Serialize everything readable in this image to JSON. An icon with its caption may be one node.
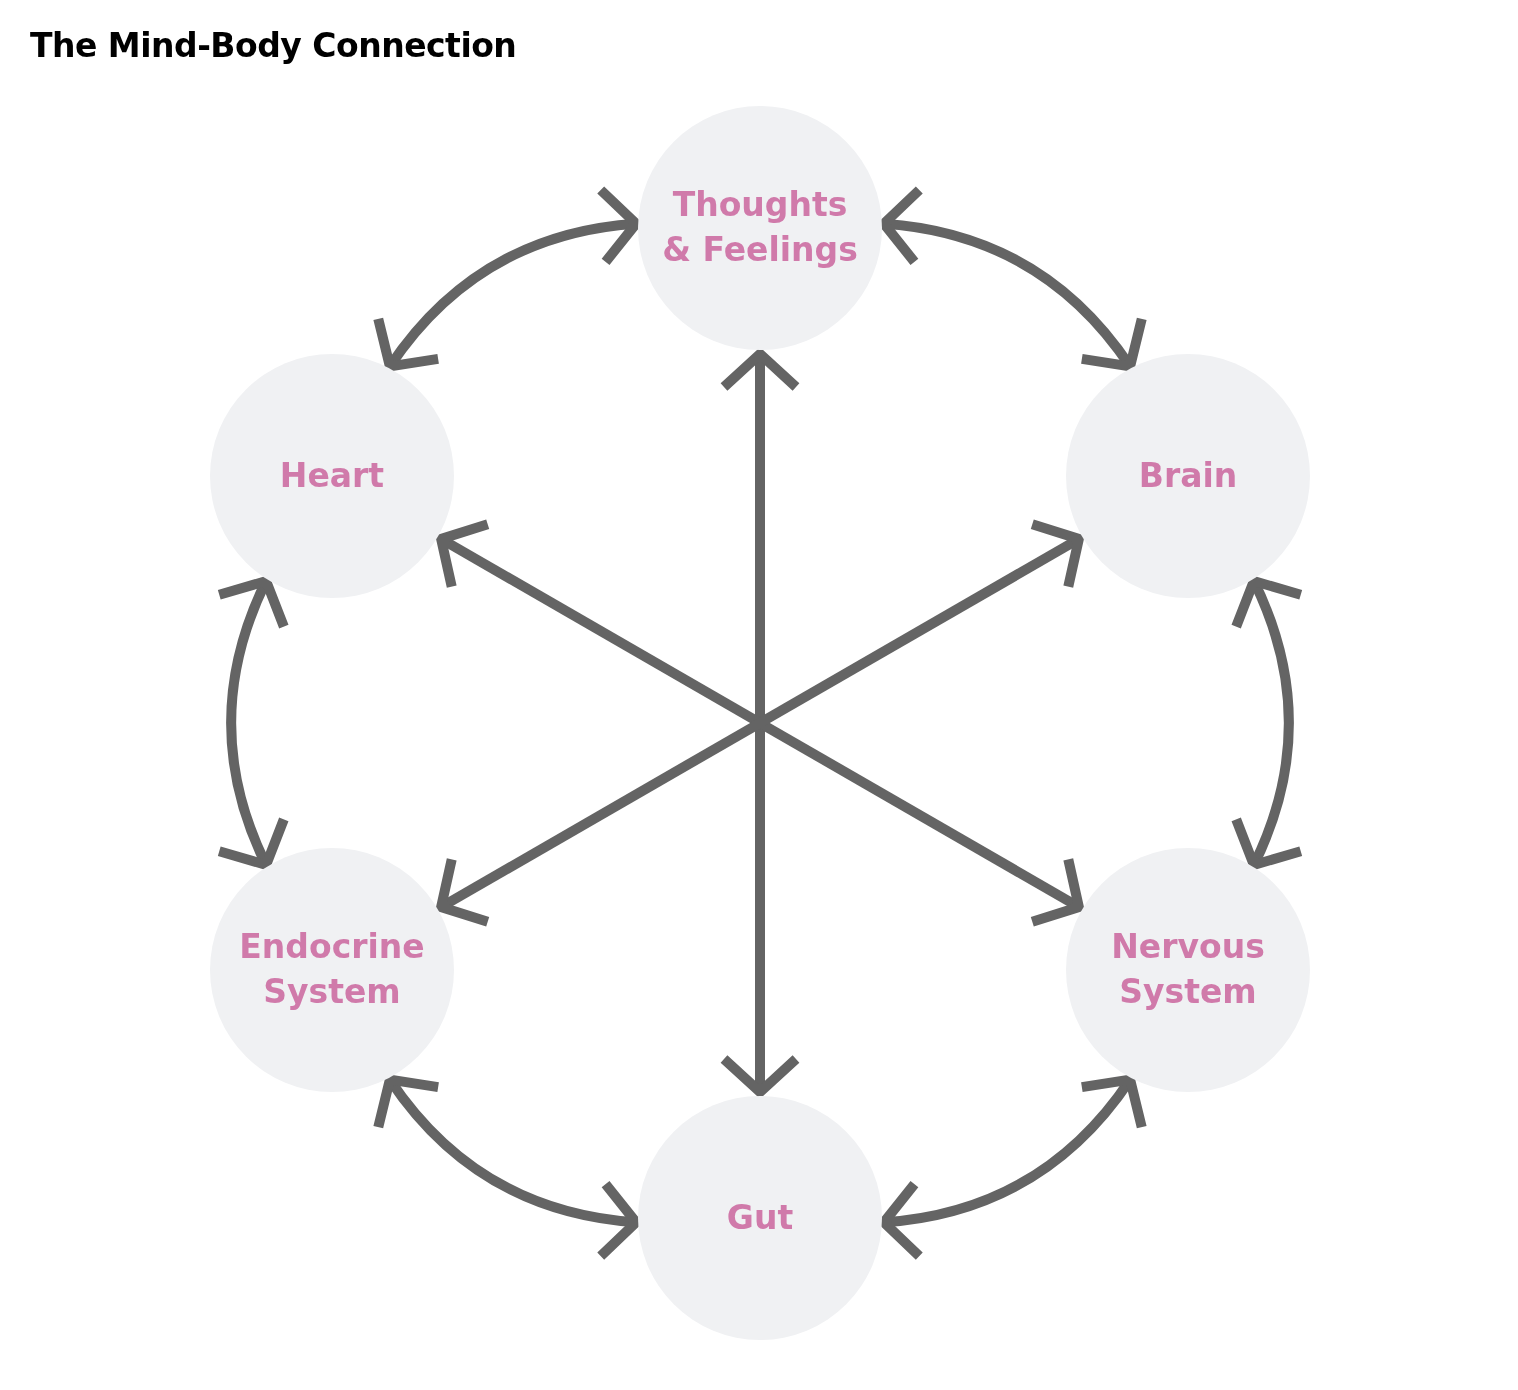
{
  "diagram": {
    "title": "The Mind-Body Connection",
    "nodes": [
      {
        "text": [
          "Thoughts & Feelings"
        ]
      },
      {
        "text": [
          "Brain"
        ]
      },
      {
        "text": [
          "Nervous System"
        ]
      },
      {
        "text": [
          "Gut"
        ]
      },
      {
        "text": [
          "Endocrine System"
        ]
      },
      {
        "text": [
          "Heart"
        ]
      }
    ],
    "edges": [
      {
        "from": 0,
        "to": 1,
        "arrow": "both"
      },
      {
        "from": 1,
        "to": 2,
        "arrow": "both"
      },
      {
        "from": 2,
        "to": 3,
        "arrow": "both"
      },
      {
        "from": 3,
        "to": 4,
        "arrow": "both"
      },
      {
        "from": 4,
        "to": 5,
        "arrow": "both"
      },
      {
        "from": 5,
        "to": 0,
        "arrow": "both"
      },
      {
        "from": 0,
        "to": 3,
        "arrow": "both"
      },
      {
        "from": 5,
        "to": 2,
        "arrow": "both"
      },
      {
        "from": 1,
        "to": 4,
        "arrow": "both"
      }
    ]
  }
}
